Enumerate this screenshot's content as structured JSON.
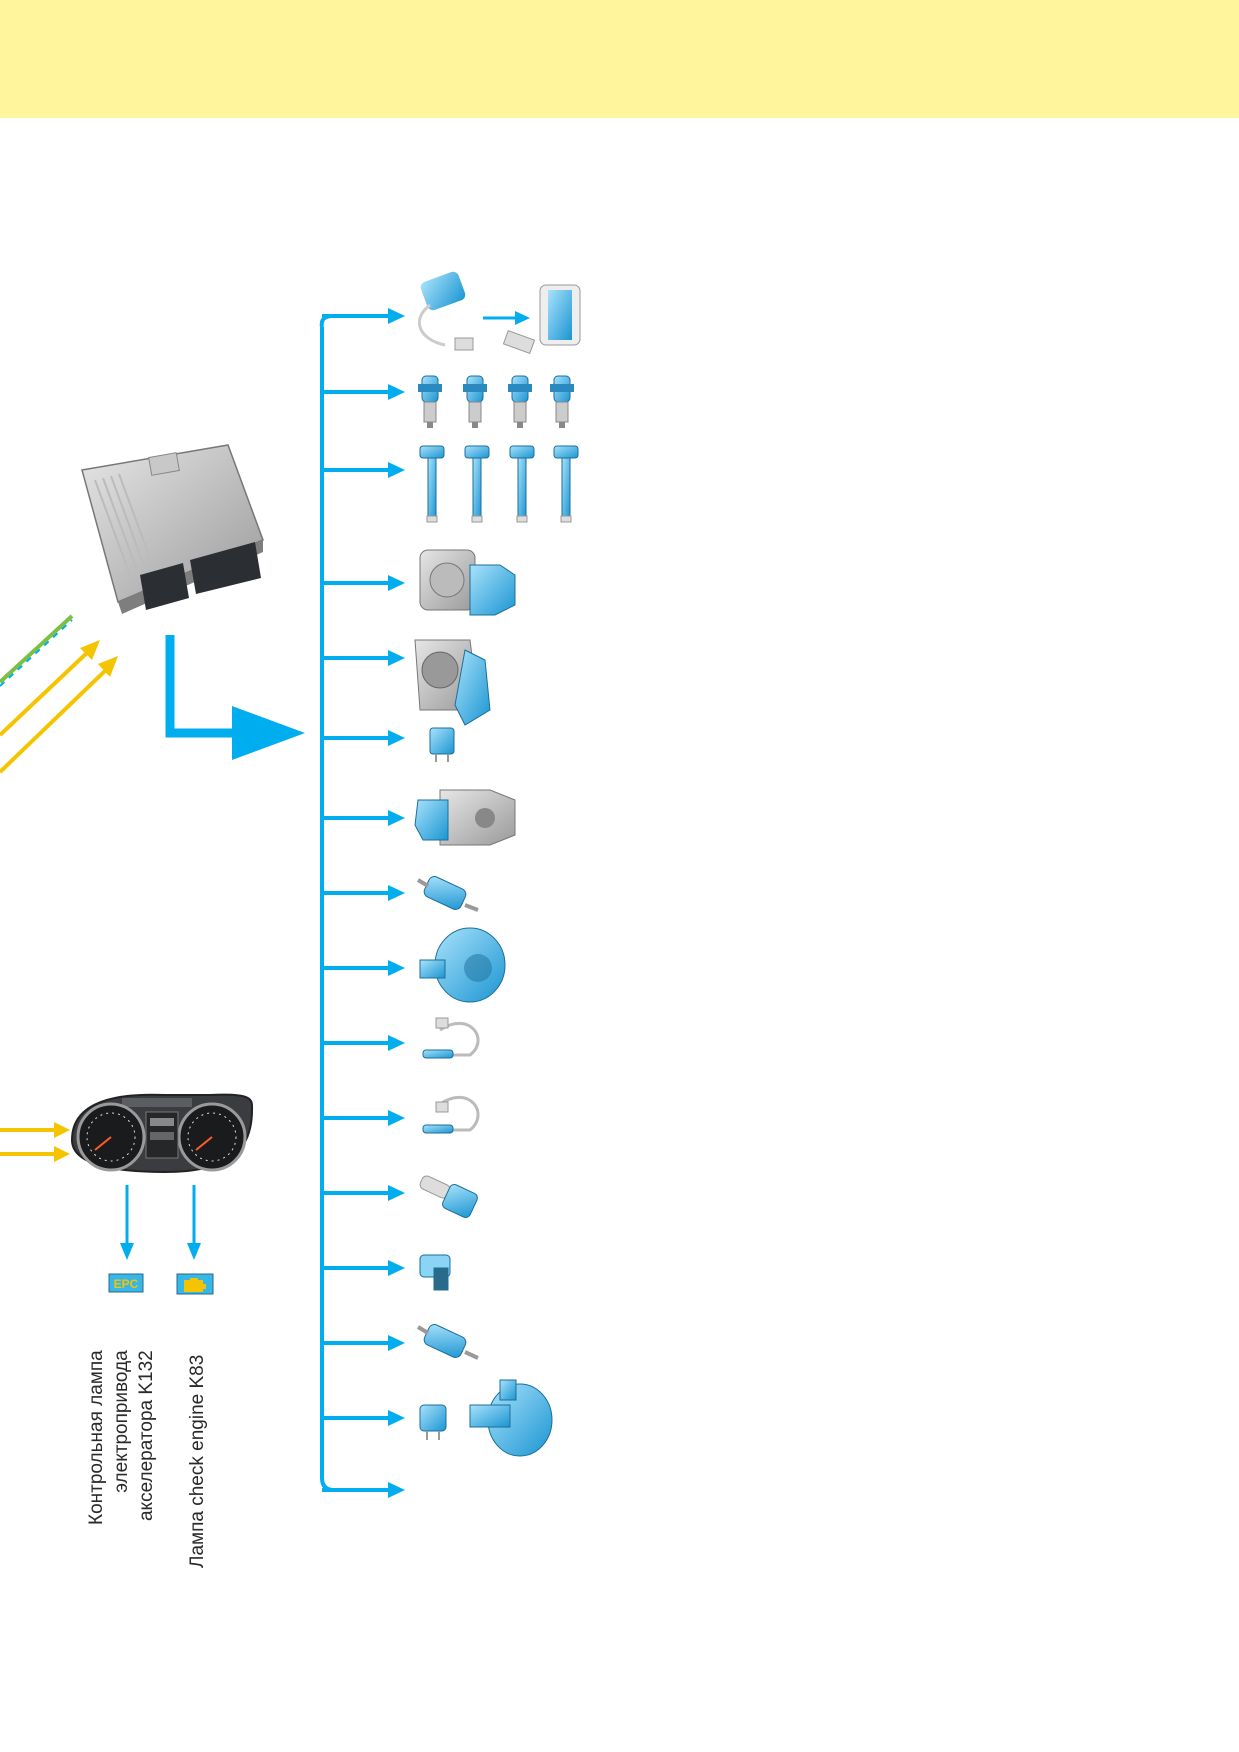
{
  "header": {
    "color": "#fff59d"
  },
  "colors": {
    "blue": "#00aeef",
    "yellow": "#f5c400",
    "green": "#7ac143",
    "component": "#6fc8ef"
  },
  "ecu": {
    "icon": "engine-control-unit-icon"
  },
  "cluster": {
    "icon": "instrument-cluster-icon"
  },
  "warning_lamps": [
    {
      "icon_text": "EPC",
      "lines": [
        "Контрольная лампа",
        "электропривода",
        "акселератора K132"
      ]
    },
    {
      "icon_text": "",
      "lines": [
        "Лампа check engine K83"
      ]
    }
  ],
  "actuators": [
    {
      "icon": "fuel-pump-control-and-fuel-pump-icon"
    },
    {
      "icon": "fuel-injectors-icon"
    },
    {
      "icon": "ignition-coils-icon"
    },
    {
      "icon": "throttle-body-icon"
    },
    {
      "icon": "throttle-body-2-icon"
    },
    {
      "icon": "relay-icon"
    },
    {
      "icon": "intake-manifold-flap-icon"
    },
    {
      "icon": "solenoid-valve-icon"
    },
    {
      "icon": "pump-icon"
    },
    {
      "icon": "oxygen-sensor-heater-1-icon"
    },
    {
      "icon": "oxygen-sensor-heater-2-icon"
    },
    {
      "icon": "camshaft-control-valve-icon"
    },
    {
      "icon": "valve-icon"
    },
    {
      "icon": "solenoid-valve-2-icon"
    },
    {
      "icon": "relay-and-coolant-pump-icon"
    },
    {
      "icon": "output-arrow-icon"
    }
  ]
}
